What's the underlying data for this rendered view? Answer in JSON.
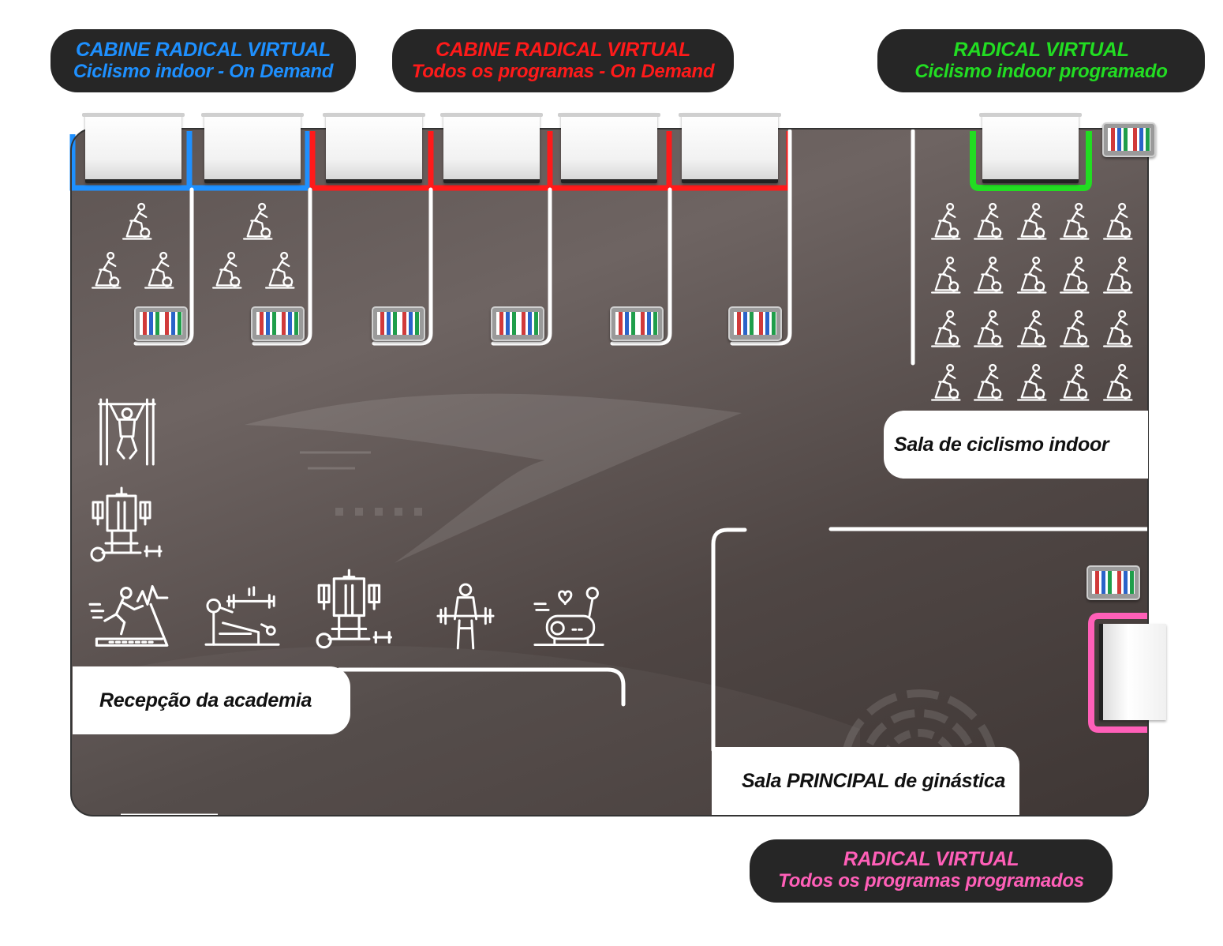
{
  "legends": {
    "blue": {
      "line1": "CABINE RADICAL VIRTUAL",
      "line2": "Ciclismo indoor - On Demand",
      "color": "#1e90ff"
    },
    "red": {
      "line1": "CABINE RADICAL VIRTUAL",
      "line2": "Todos os programas - On Demand",
      "color": "#ff1a1a"
    },
    "green": {
      "line1": "RADICAL VIRTUAL",
      "line2": "Ciclismo indoor programado",
      "color": "#22dd22"
    },
    "pink": {
      "line1": "RADICAL VIRTUAL",
      "line2": "Todos os programas programados",
      "color": "#ff5fb8"
    }
  },
  "rooms": {
    "cycling": "Sala de ciclismo indoor",
    "reception": "Recepção da academia",
    "main": "Sala PRINCIPAL de ginástica"
  },
  "icons": {
    "bike": "stationary-bike-icon",
    "pullup": "pullup-station-icon",
    "crossover": "cable-crossover-icon",
    "treadmill": "treadmill-icon",
    "bench": "bench-press-icon",
    "weight_station": "weight-machine-icon",
    "lifter": "barbell-lifter-icon",
    "cardio_bike": "cardio-bike-icon",
    "monitor": "monitor-icon",
    "screen": "projection-screen-icon"
  },
  "colors": {
    "floor": "#564d4b",
    "wall": "#ffffff",
    "blue": "#1e90ff",
    "red": "#ff1a1a",
    "green": "#22dd22",
    "pink": "#ff5fb8"
  }
}
